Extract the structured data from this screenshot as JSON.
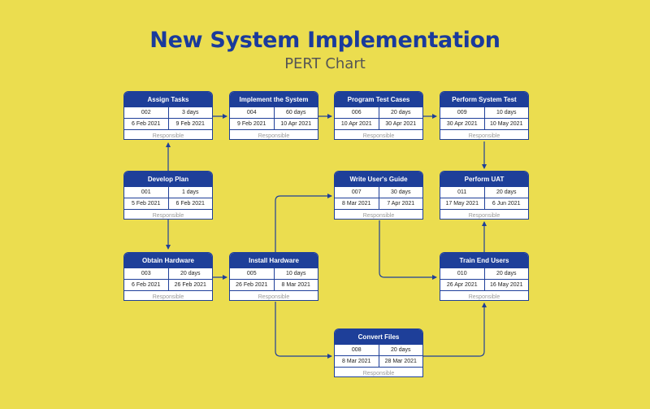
{
  "title": "New System Implementation",
  "subtitle": "PERT Chart",
  "colors": {
    "background": "#ebdd4f",
    "node": "#1e3f99",
    "title": "#1a3a9c"
  },
  "nodes": [
    {
      "name": "Assign Tasks",
      "id": "002",
      "duration": "3 days",
      "start": "6 Feb 2021",
      "end": "9 Feb 2021",
      "responsible": "Responsible"
    },
    {
      "name": "Implement the System",
      "id": "004",
      "duration": "60 days",
      "start": "9 Feb 2021",
      "end": "10 Apr 2021",
      "responsible": "Responsible"
    },
    {
      "name": "Program Test Cases",
      "id": "006",
      "duration": "20 days",
      "start": "10 Apr 2021",
      "end": "30 Apr 2021",
      "responsible": "Responsible"
    },
    {
      "name": "Perform System Test",
      "id": "009",
      "duration": "10 days",
      "start": "30 Apr 2021",
      "end": "10 May 2021",
      "responsible": "Responsible"
    },
    {
      "name": "Develop Plan",
      "id": "001",
      "duration": "1 days",
      "start": "5 Feb 2021",
      "end": "6 Feb 2021",
      "responsible": "Responsible"
    },
    {
      "name": "Write User's Guide",
      "id": "007",
      "duration": "30 days",
      "start": "8 Mar 2021",
      "end": "7 Apr 2021",
      "responsible": "Responsible"
    },
    {
      "name": "Perform UAT",
      "id": "011",
      "duration": "20 days",
      "start": "17 May 2021",
      "end": "6 Jun 2021",
      "responsible": "Responsible"
    },
    {
      "name": "Obtain Hardware",
      "id": "003",
      "duration": "20 days",
      "start": "6 Feb 2021",
      "end": "26 Feb 2021",
      "responsible": "Responsible"
    },
    {
      "name": "Install Hardware",
      "id": "005",
      "duration": "10 days",
      "start": "26 Feb 2021",
      "end": "8 Mar 2021",
      "responsible": "Responsible"
    },
    {
      "name": "Train End Users",
      "id": "010",
      "duration": "20 days",
      "start": "26 Apr 2021",
      "end": "16 May 2021",
      "responsible": "Responsible"
    },
    {
      "name": "Convert Files",
      "id": "008",
      "duration": "20 days",
      "start": "8 Mar 2021",
      "end": "28 Mar 2021",
      "responsible": "Responsible"
    }
  ]
}
